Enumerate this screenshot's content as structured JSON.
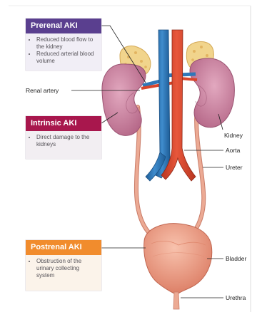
{
  "cards": {
    "prerenal": {
      "title": "Prerenal AKI",
      "bullets": [
        "Reduced blood flow to the kidney",
        "Reduced arterial blood volume"
      ],
      "color": "#5a3f8f"
    },
    "intrinsic": {
      "title": "Intrinsic AKI",
      "bullets": [
        "Direct damage to the kidneys"
      ],
      "color": "#a8174d"
    },
    "postrenal": {
      "title": "Postrenal AKI",
      "bullets": [
        "Obstruction of the urinary collecting system"
      ],
      "color": "#f18c2d"
    }
  },
  "labels": {
    "renal_artery": "Renal artery",
    "kidney": "Kidney",
    "aorta": "Aorta",
    "ureter": "Ureter",
    "bladder": "Bladder",
    "urethra": "Urethra"
  },
  "colors": {
    "kidney": "#c77a98",
    "adrenal": "#f1d48c",
    "artery": "#d9452b",
    "vein": "#2f77b9",
    "bladder": "#f0a086",
    "ureter": "#ecaa94"
  }
}
